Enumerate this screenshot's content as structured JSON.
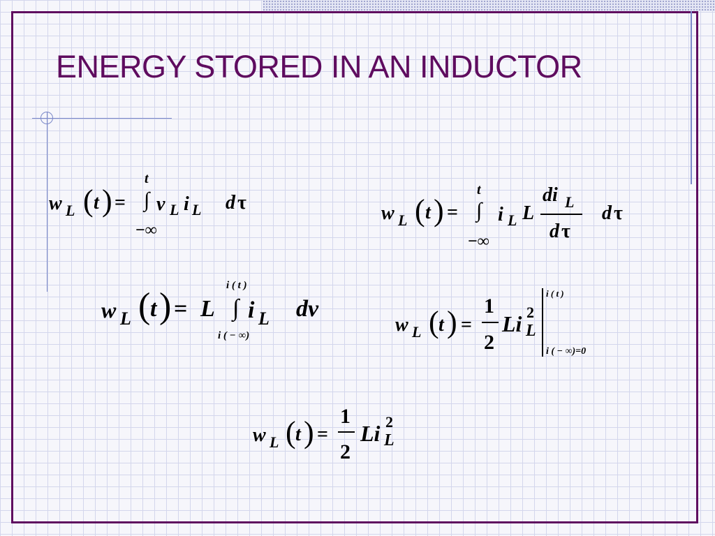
{
  "slide": {
    "title": "ENERGY STORED IN AN INDUCTOR"
  },
  "equations": {
    "eq1": {
      "w": "w",
      "sub": "L",
      "lp": "(",
      "t": "t",
      "rp": ")",
      "eq": "=",
      "upper": "t",
      "integral": "∫",
      "v": "v",
      "vsub": "L",
      "i": "i",
      "isub": "L",
      "lower": "−∞",
      "d": "d",
      "tau": "τ"
    },
    "eq2": {
      "w": "w",
      "sub": "L",
      "lp": "(",
      "t": "t",
      "rp": ")",
      "eq": "=",
      "upper": "t",
      "integral": "∫",
      "i": "i",
      "isub": "L",
      "L": "L",
      "num_di": "di",
      "num_sub": "L",
      "den_d": "d",
      "den_tau": "τ",
      "lower": "−∞",
      "d": "d",
      "tau": "τ"
    },
    "eq3": {
      "w": "w",
      "sub": "L",
      "lp": "(",
      "t": "t",
      "rp": ")",
      "eq": "=",
      "L": "L",
      "upper": "i ( t )",
      "integral": "∫",
      "i": "i",
      "isub": "L",
      "lower": "i ( − ∞)",
      "d": "dv"
    },
    "eq4": {
      "w": "w",
      "sub": "L",
      "lp": "(",
      "t": "t",
      "rp": ")",
      "eq": "=",
      "num": "1",
      "den": "2",
      "Li": "Li",
      "sup": "2",
      "isub": "L",
      "upper": "i ( t )",
      "lower": "i ( − ∞)=0"
    },
    "eq5": {
      "w": "w",
      "sub": "L",
      "lp": "(",
      "t": "t",
      "rp": ")",
      "eq": "=",
      "num": "1",
      "den": "2",
      "Li": "Li",
      "sup": "2",
      "isub": "L"
    }
  }
}
